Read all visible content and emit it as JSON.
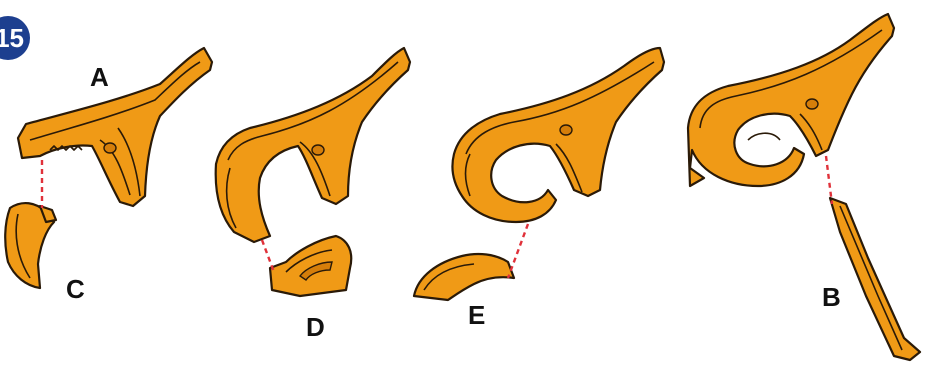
{
  "step": {
    "number": "15"
  },
  "labels": {
    "a": "A",
    "b": "B",
    "c": "C",
    "d": "D",
    "e": "E"
  },
  "colors": {
    "badge": "#1d3f8f",
    "track": "#f09a16",
    "connector": "#e0313a"
  }
}
